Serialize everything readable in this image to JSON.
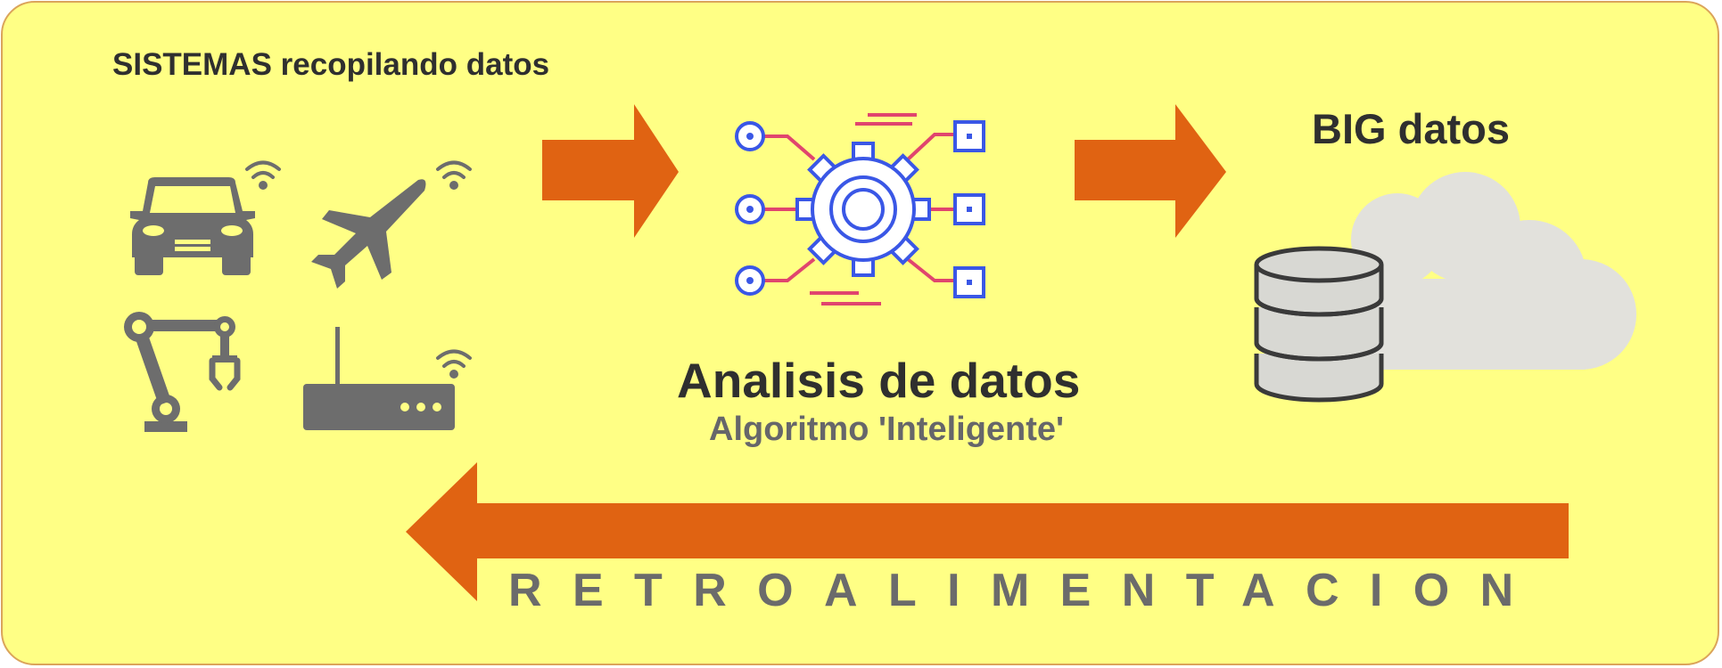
{
  "colors": {
    "background": "#ffff85",
    "border": "#dba45a",
    "arrow": "#e06312",
    "device_icon": "#6d6d6d",
    "gear_blue": "#3a57e6",
    "connector_pink": "#e0456e",
    "cloud": "#e2e1dc",
    "database_fill": "#d8d8d3",
    "title_text": "#2f2f2f",
    "subtitle_text": "#66666a"
  },
  "sources": {
    "title": "SISTEMAS recopilando datos",
    "icons": [
      "car-icon",
      "airplane-icon",
      "robot-arm-icon",
      "router-icon",
      "wifi-icon"
    ]
  },
  "analysis": {
    "title": "Analisis de datos",
    "subtitle": "Algoritmo 'Inteligente'",
    "icon": "gear-network-icon"
  },
  "storage": {
    "title": "BIG datos",
    "icons": [
      "cloud-icon",
      "database-icon"
    ]
  },
  "feedback": {
    "label": "RETROALIMENTACION"
  }
}
